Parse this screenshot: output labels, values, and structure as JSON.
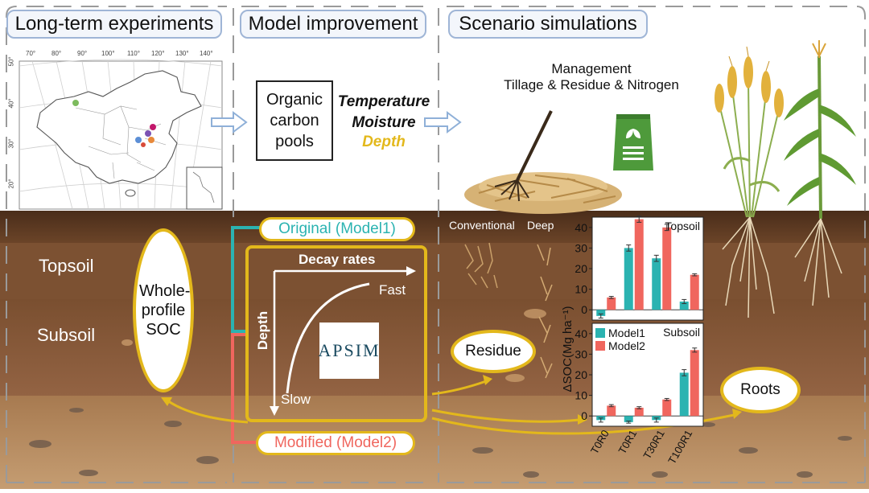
{
  "headers": {
    "long_term": "Long-term experiments",
    "model_improvement": "Model improvement",
    "scenario": "Scenario simulations"
  },
  "map": {
    "lon_ticks": [
      "70°",
      "80°",
      "90°",
      "100°",
      "110°",
      "120°",
      "130°",
      "140°"
    ],
    "lat_ticks": [
      "50°",
      "40°",
      "30°",
      "20°"
    ],
    "site_colors": [
      "#7dbb5e",
      "#c2186b",
      "#7b52b3",
      "#e8893a",
      "#5c8fd6",
      "#d94b3a"
    ]
  },
  "model": {
    "pools_label": "Organic carbon pools",
    "factor_temperature": "Temperature",
    "factor_moisture": "Moisture",
    "factor_depth": "Depth"
  },
  "scenario": {
    "management_title": "Management",
    "management_items": "Tillage & Residue & Nitrogen",
    "tillage_conventional": "Conventional",
    "tillage_deep": "Deep"
  },
  "soil": {
    "topsoil": "Topsoil",
    "subsoil": "Subsoil",
    "whole_profile": "Whole-profile SOC"
  },
  "decay": {
    "original": "Original (Model1)",
    "modified": "Modified (Model2)",
    "decay_rates": "Decay rates",
    "fast": "Fast",
    "slow": "Slow",
    "depth_axis": "Depth",
    "apsim_logo": "APSIM"
  },
  "nodes": {
    "residue": "Residue",
    "roots": "Roots"
  },
  "colors": {
    "model1": "#2bb3b1",
    "model2": "#f0665e",
    "accent_yellow": "#e3b81b",
    "header_border": "#9fb5d6",
    "soil_dark": "#5b3a22",
    "soil_mid": "#8a5a36",
    "soil_light": "#b88a5c"
  },
  "chart_data": [
    {
      "type": "bar",
      "panel": "Topsoil",
      "ylabel": "ΔSOC(Mg ha⁻¹)",
      "categories": [
        "T0R0",
        "T0R1",
        "T30R1",
        "T100R1"
      ],
      "ylim": [
        -5,
        45
      ],
      "yticks": [
        0,
        10,
        20,
        30,
        40
      ],
      "series": [
        {
          "name": "Model1",
          "values": [
            -3,
            30,
            25,
            4
          ],
          "errors": [
            1,
            1.5,
            1.5,
            1
          ]
        },
        {
          "name": "Model2",
          "values": [
            6,
            44,
            40,
            17
          ],
          "errors": [
            0.5,
            1.5,
            1.5,
            0.5
          ]
        }
      ]
    },
    {
      "type": "bar",
      "panel": "Subsoil",
      "categories": [
        "T0R0",
        "T0R1",
        "T30R1",
        "T100R1"
      ],
      "ylim": [
        -5,
        45
      ],
      "yticks": [
        0,
        10,
        20,
        30,
        40
      ],
      "legend": "top-left",
      "series": [
        {
          "name": "Model1",
          "values": [
            -2,
            -3,
            -2,
            21
          ],
          "errors": [
            1,
            0.5,
            1,
            1.5
          ]
        },
        {
          "name": "Model2",
          "values": [
            5,
            4,
            8,
            32
          ],
          "errors": [
            0.5,
            0.5,
            0.5,
            1
          ]
        }
      ]
    }
  ]
}
